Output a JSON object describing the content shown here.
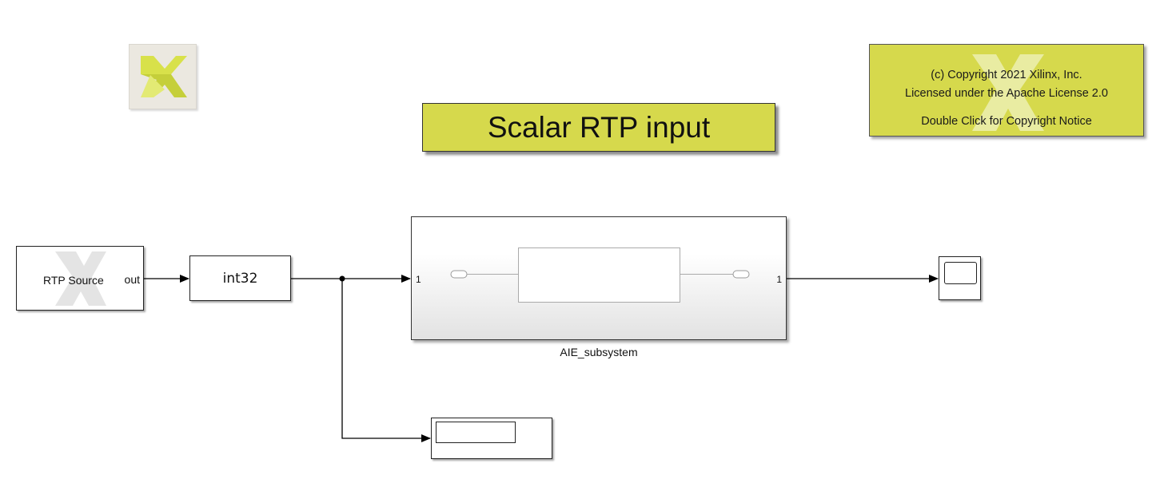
{
  "title": {
    "text": "Scalar RTP input",
    "color": "#d6d94c"
  },
  "copyright": {
    "line1": "(c) Copyright 2021 Xilinx, Inc.",
    "line2": "Licensed under the Apache License 2.0",
    "line3": "Double Click for Copyright Notice",
    "color": "#d6d94c"
  },
  "logo": {
    "icon": "xilinx-logo-icon",
    "color": "#d8e14a"
  },
  "blocks": {
    "rtp_source": {
      "label": "RTP Source",
      "out_port": "out"
    },
    "int32": {
      "label": "int32"
    },
    "subsystem": {
      "name": "AIE_subsystem",
      "in_port": "1",
      "out_port": "1"
    },
    "scope": {
      "icon": "scope-icon"
    },
    "display": {
      "icon": "display-icon"
    }
  }
}
